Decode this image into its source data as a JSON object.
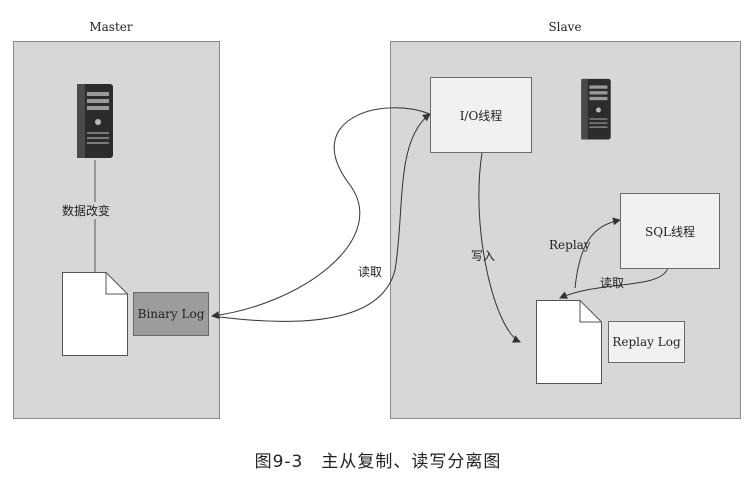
{
  "master": {
    "title": "Master",
    "data_change_label": "数据改变",
    "binary_log_label": "Binary Log"
  },
  "slave": {
    "title": "Slave",
    "io_thread_label": "I/O线程",
    "sql_thread_label": "SQL线程",
    "relay_log_label": "Replay Log",
    "write_label": "写入",
    "replay_label": "Replay",
    "read_label": "读取"
  },
  "link": {
    "read_label": "读取"
  },
  "caption": "图9-3　主从复制、读写分离图",
  "colors": {
    "panel": "#d7d7d7",
    "box": "#f1f1f1",
    "binary_log_box": "#9c9c9c",
    "arrow": "#333333"
  }
}
